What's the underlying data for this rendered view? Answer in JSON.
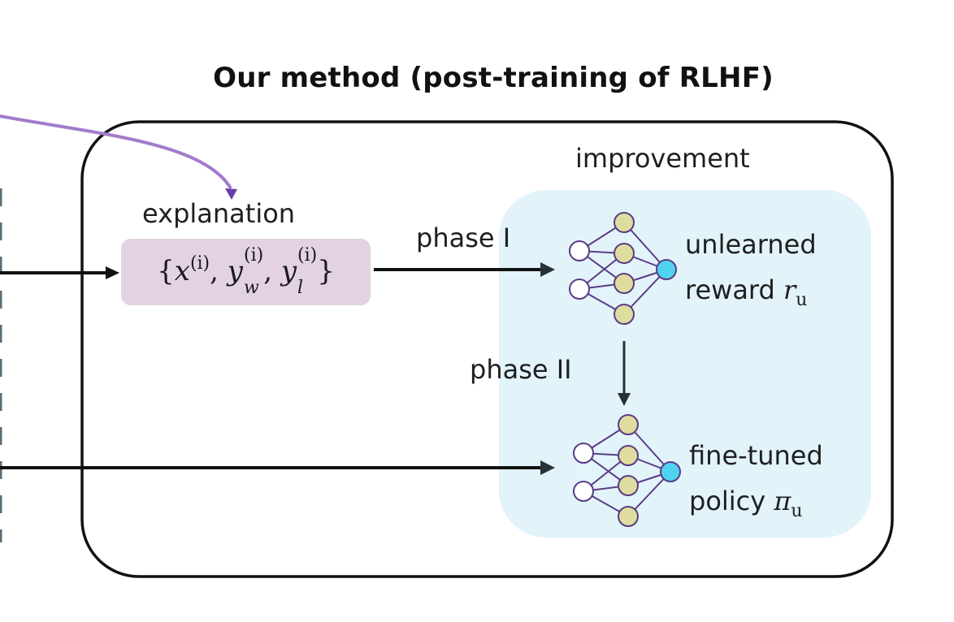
{
  "title": "Our method (post-training of RLHF)",
  "labels": {
    "improvement": "improvement",
    "explanation": "explanation",
    "phase1": "phase I",
    "phase2": "phase II",
    "reward_line1": "unlearned",
    "reward_line2": "reward",
    "reward_symbol": "r",
    "reward_subscript": "u",
    "policy_line1": "fine-tuned",
    "policy_line2": "policy",
    "policy_symbol": "π",
    "policy_subscript": "u"
  },
  "formula": {
    "open": "{",
    "x": "x",
    "x_sup": "(i)",
    "yw": "y",
    "yw_sup": "(i)",
    "yw_sub": "w",
    "yl": "y",
    "yl_sup": "(i)",
    "yl_sub": "l",
    "comma": ",",
    "close": "}"
  },
  "colors": {
    "formula_bg": "#e2d2e2",
    "improvement_bg": "#e2f3fa",
    "purple_arrow": "#a27ccb",
    "node_input": "#ffffff",
    "node_hidden": "#dedd9f",
    "node_output": "#4fd4f0",
    "node_stroke": "#5a3c86",
    "dashed_line": "#5b6e78"
  }
}
